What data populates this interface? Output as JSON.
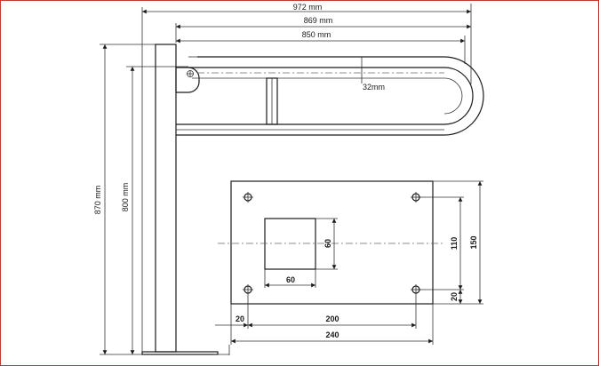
{
  "dimensions": {
    "total_width": "972 mm",
    "rail_width": "869 mm",
    "inner_width": "850 mm",
    "tube_diameter": "32mm",
    "total_height": "870 mm",
    "rail_height": "800 mm"
  },
  "plate": {
    "square_width": "60",
    "square_height": "60",
    "hole_vertical_spacing": "110",
    "plate_height": "150",
    "bottom_edge_offset": "20",
    "left_edge_offset": "20",
    "hole_horizontal_spacing": "200",
    "plate_width": "240"
  },
  "colors": {
    "frame_border": "#c0392b",
    "line": "#1a1a1a"
  }
}
